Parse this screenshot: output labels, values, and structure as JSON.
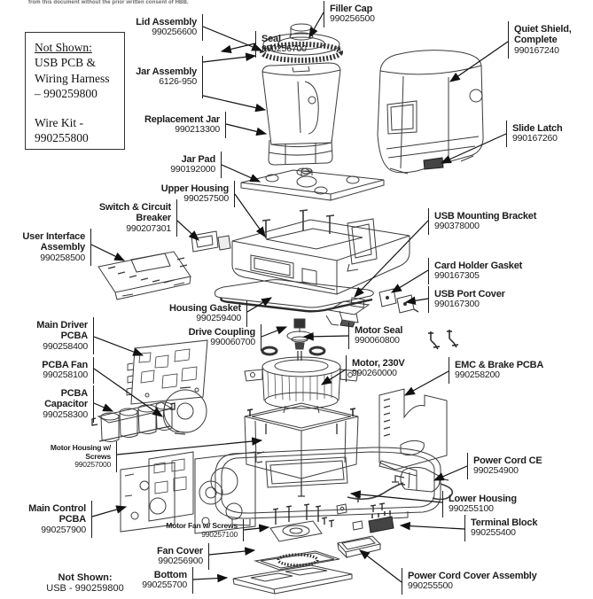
{
  "page": {
    "header_fragment": "from this document without the prior written consent of HBB.",
    "ink_color": "#1d1d1d",
    "line_color": "#3b3b3b"
  },
  "not_shown_box": {
    "title": "Not Shown:",
    "item1_lines": [
      "USB PCB &",
      "Wiring Harness",
      "– 990259800"
    ],
    "item2_lines": [
      "Wire Kit -",
      "990255800"
    ]
  },
  "bottom_note": {
    "title": "Not Shown:",
    "text": "USB - 990259800"
  },
  "labels": [
    {
      "name": "Filler Cap",
      "part": "990256500"
    },
    {
      "name": "Lid Assembly",
      "part": "990256600"
    },
    {
      "name": "Seal",
      "part": "990256700"
    },
    {
      "name": "Quiet Shield, Complete",
      "part": "990167240"
    },
    {
      "name": "Jar Assembly",
      "part": "6126-950"
    },
    {
      "name": "Replacement Jar",
      "part": "990213300"
    },
    {
      "name": "Slide Latch",
      "part": "990167260"
    },
    {
      "name": "Jar Pad",
      "part": "990192000"
    },
    {
      "name": "Upper Housing",
      "part": "990257500"
    },
    {
      "name": "Switch & Circuit Breaker",
      "part": "990207301"
    },
    {
      "name": "User Interface Assembly",
      "part": "990258500"
    },
    {
      "name": "USB Mounting Bracket",
      "part": "990378000"
    },
    {
      "name": "Card Holder Gasket",
      "part": "990167305"
    },
    {
      "name": "USB Port Cover",
      "part": "990167300"
    },
    {
      "name": "Housing Gasket",
      "part": "990259400"
    },
    {
      "name": "Main Driver PCBA",
      "part": "990258400"
    },
    {
      "name": "Drive Coupling",
      "part": "990060700"
    },
    {
      "name": "Motor Seal",
      "part": "990060800"
    },
    {
      "name": "Motor, 230V",
      "part": "990260000"
    },
    {
      "name": "EMC & Brake PCBA",
      "part": "990258200"
    },
    {
      "name": "PCBA Fan",
      "part": "990258100"
    },
    {
      "name": "PCBA Capacitor",
      "part": "990258300"
    },
    {
      "name": "Motor Housing w/ Screws",
      "part": "990257000"
    },
    {
      "name": "Power Cord CE",
      "part": "990254900"
    },
    {
      "name": "Main Control PCBA",
      "part": "990257900"
    },
    {
      "name": "Lower Housing",
      "part": "990255100"
    },
    {
      "name": "Motor Fan w/ Screws",
      "part": "990257100"
    },
    {
      "name": "Terminal Block",
      "part": "990255400"
    },
    {
      "name": "Fan Cover",
      "part": "990256900"
    },
    {
      "name": "Bottom",
      "part": "990255700"
    },
    {
      "name": "Power Cord Cover Assembly",
      "part": "990255500"
    }
  ]
}
